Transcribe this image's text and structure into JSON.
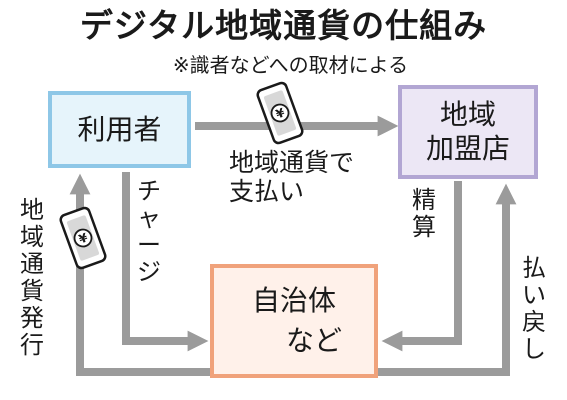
{
  "title": "デジタル地域通貨の仕組み",
  "subtitle": "※識者などへの取材による",
  "nodes": {
    "user": "利用者",
    "store": [
      "地域",
      "加盟店"
    ],
    "gov": [
      "自治体",
      "など"
    ]
  },
  "edges": {
    "pay": [
      "地域通貨で",
      "支払い"
    ],
    "charge": [
      "チ",
      "ャ",
      "ー",
      "ジ"
    ],
    "issue": [
      "地",
      "域",
      "通",
      "貨",
      "発",
      "行"
    ],
    "settle": [
      "精",
      "算"
    ],
    "refund": [
      "払",
      "い",
      "戻",
      "し"
    ]
  },
  "colors": {
    "arrow": "#9b9b9b",
    "user_fill": "#e6f4fb",
    "user_border": "#8ec7e7",
    "store_fill": "#ece7f5",
    "store_border": "#b2a6d3",
    "gov_fill": "#fff1ea",
    "gov_border": "#f0a27b"
  },
  "icons": [
    "phone-yen-icon",
    "phone-yen-icon"
  ]
}
